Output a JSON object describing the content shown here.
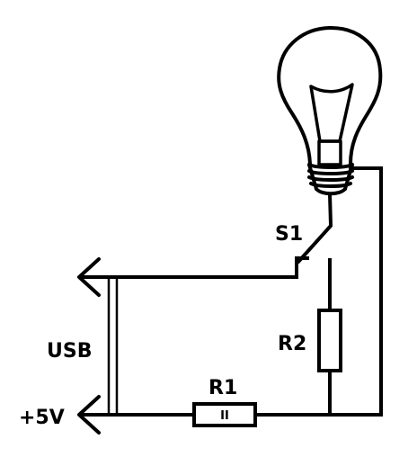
{
  "labels": {
    "s1": "S1",
    "r1": "R1",
    "r2": "R2",
    "usb": "USB",
    "plus5v": "+5V",
    "r1_mark": "II"
  },
  "colors": {
    "line": "#000000",
    "background": "#ffffff"
  },
  "icons": [
    "light-bulb-icon",
    "connector-arrow-icon"
  ]
}
